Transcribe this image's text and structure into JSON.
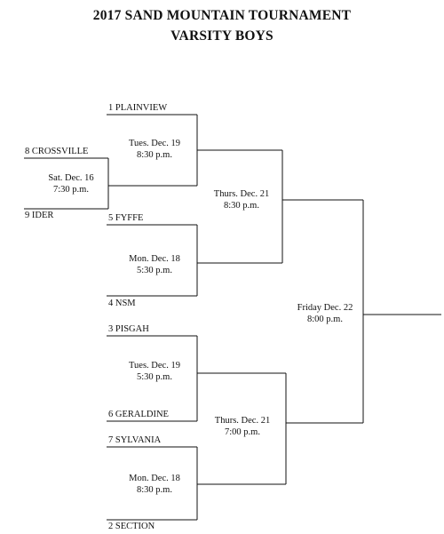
{
  "title_line1": "2017 SAND MOUNTAIN TOURNAMENT",
  "title_line2": "VARSITY BOYS",
  "teams": {
    "plainview": "1  PLAINVIEW",
    "crossville": "8 CROSSVILLE",
    "ider": "9 IDER",
    "fyffe": "5 FYFFE",
    "nsm": "4 NSM",
    "pisgah": "3 PISGAH",
    "geraldine": "6 GERALDINE",
    "sylvania": "7 SYLVANIA",
    "section": "2 SECTION"
  },
  "games": {
    "g_ider_crossville": {
      "date": "Sat. Dec. 16",
      "time": "7:30 p.m."
    },
    "g_plainview": {
      "date": "Tues. Dec. 19",
      "time": "8:30 p.m."
    },
    "g_fyffe_nsm": {
      "date": "Mon. Dec. 18",
      "time": "5:30 p.m."
    },
    "g_pisgah_geraldine": {
      "date": "Tues. Dec. 19",
      "time": "5:30 p.m."
    },
    "g_sylvania_section": {
      "date": "Mon. Dec. 18",
      "time": "8:30 p.m."
    },
    "semi_top": {
      "date": "Thurs. Dec. 21",
      "time": "8:30 p.m."
    },
    "semi_bottom": {
      "date": "Thurs. Dec. 21",
      "time": "7:00 p.m."
    },
    "final": {
      "date": "Friday Dec. 22",
      "time": "8:00 p.m."
    }
  }
}
